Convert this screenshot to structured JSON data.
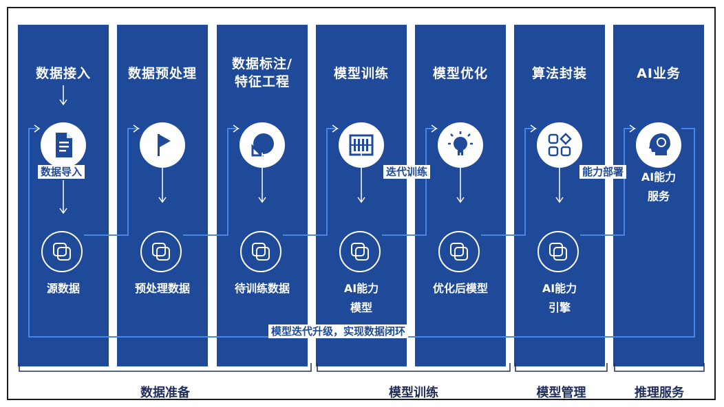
{
  "columns": [
    {
      "title": "数据接入",
      "output": "源数据"
    },
    {
      "title": "数据预处理",
      "output": "预处理数据"
    },
    {
      "title": "数据标注/\n特征工程",
      "output": "待训练数据"
    },
    {
      "title": "模型训练",
      "output": "AI能力\n模型"
    },
    {
      "title": "模型优化",
      "output": "优化后模型"
    },
    {
      "title": "算法封装",
      "output": "AI能力\n引擎"
    },
    {
      "title": "AI业务",
      "output": "AI能力\n服务"
    }
  ],
  "tags": {
    "data_import": "数据导入",
    "iterate_train": "迭代训练",
    "deploy": "能力部署",
    "loop": "模型迭代升级，实现数据闭环"
  },
  "phases": {
    "data_prep": "数据准备",
    "model_train": "模型训练",
    "model_mgmt": "模型管理",
    "inference": "推理服务"
  },
  "icons": [
    "document-icon",
    "flag-icon",
    "pie-chart-icon",
    "abacus-icon",
    "lightbulb-icon",
    "app-grid-icon",
    "brain-head-icon"
  ],
  "colors": {
    "panel": "#1f4a9a",
    "connector": "#4a86e8",
    "text_dark": "#1f2d5a"
  }
}
